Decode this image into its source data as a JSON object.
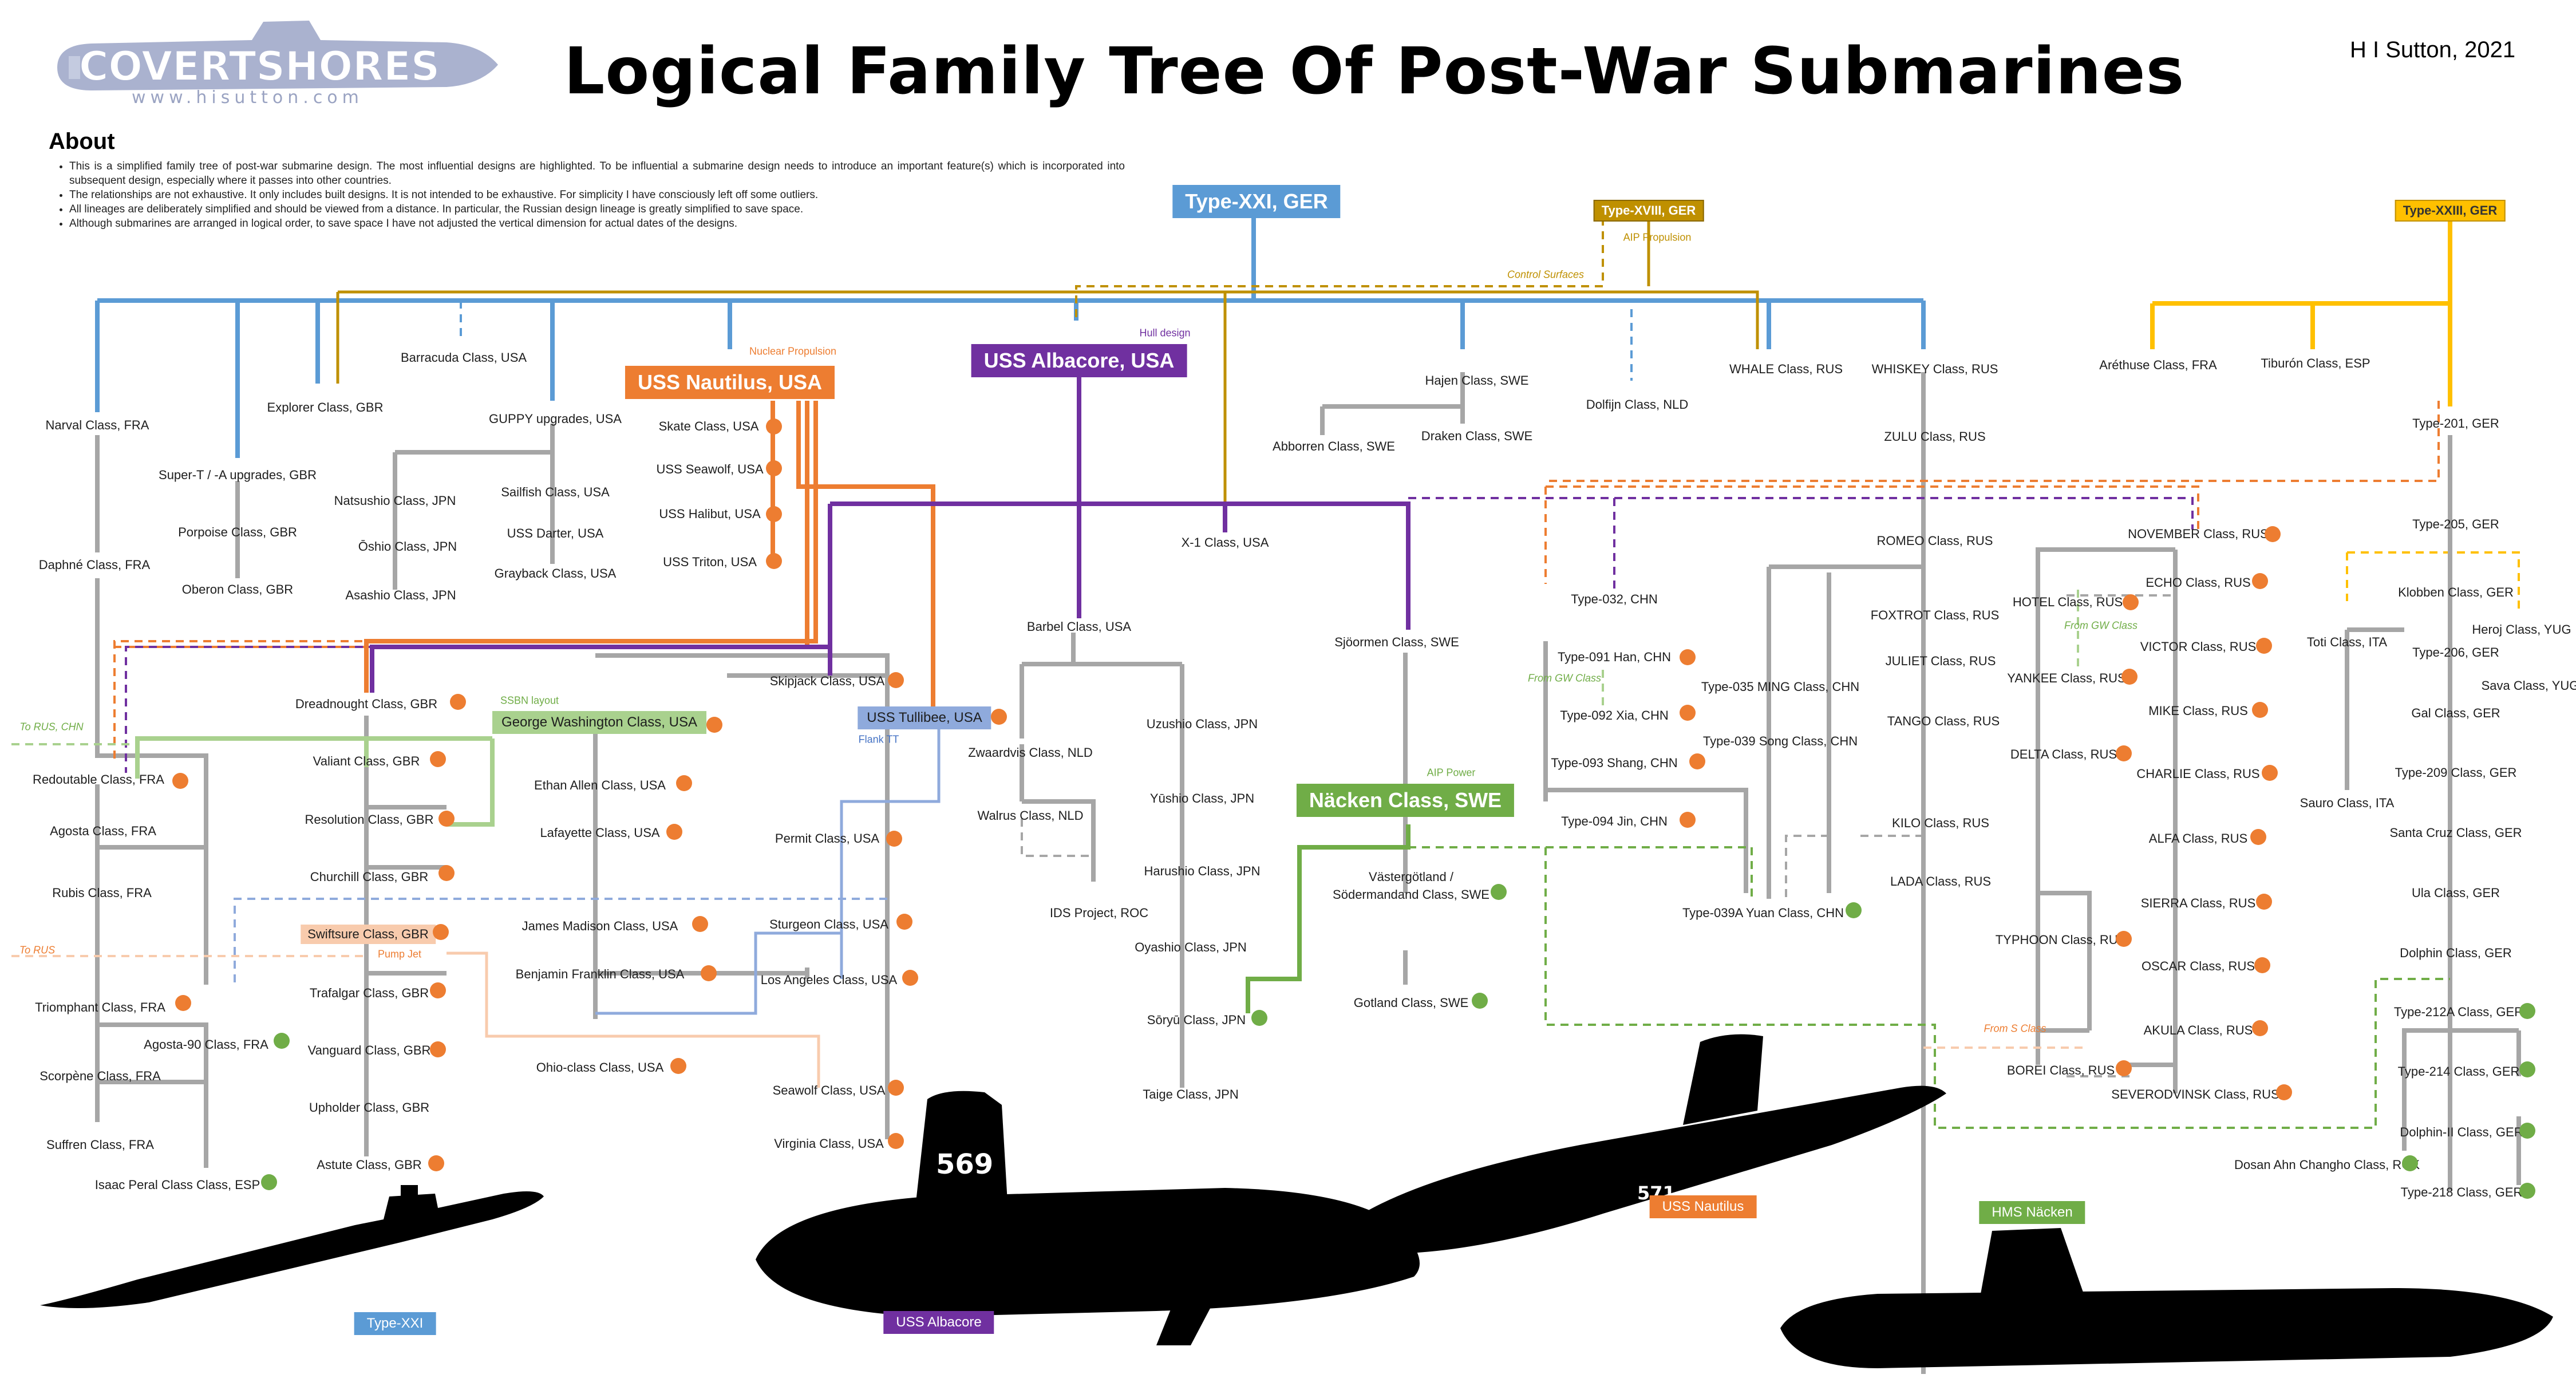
{
  "header": {
    "title": "Logical Family Tree Of Post-War Submarines",
    "credit": "H I Sutton, 2021",
    "logo_text": "COVERTSHORES",
    "logo_url_text": "www.hisutton.com"
  },
  "about": {
    "heading": "About",
    "items": [
      "This is a simplified family tree of post-war submarine design. The most influential designs are highlighted. To be influential a submarine design needs to introduce an important feature(s) which is incorporated into subsequent design, especially where it passes into other countries.",
      "The relationships are not exhaustive. It only includes built designs. It is not intended to be exhaustive. For simplicity I have consciously left off some outliers.",
      "All lineages are deliberately simplified and should be viewed from a distance. In particular, the Russian design lineage is greatly simplified to save space.",
      "Although submarines are arranged in logical order, to save space I have not adjusted the vertical dimension for actual dates of the designs."
    ]
  },
  "colors": {
    "type21": "#5b9bd5",
    "nautilus": "#ed7d31",
    "albacore": "#7030a0",
    "type18": "#bf9000",
    "type23": "#ffc000",
    "gw": "#a9d18e",
    "tullibee": "#8faadc",
    "nacken": "#70ad47",
    "swiftsure": "#f8cbad",
    "grey": "#a6a6a6",
    "dot_orange": "#ed7d31",
    "dot_green": "#70ad47"
  },
  "highlights": {
    "type21": "Type-XXI, GER",
    "type18": "Type-XVIII, GER",
    "type23": "Type-XXIII, GER",
    "nautilus": "USS Nautilus, USA",
    "albacore": "USS Albacore, USA",
    "gw": "George Washington Class, USA",
    "tullibee": "USS Tullibee, USA",
    "nacken": "Näcken Class, SWE",
    "swiftsure": "Swiftsure Class, GBR"
  },
  "notes": {
    "control_surfaces": "Control Surfaces",
    "aip": "AIP Propulsion",
    "nuclear": "Nuclear Propulsion",
    "hull": "Hull design",
    "ssbn": "SSBN layout",
    "flank": "Flank TT",
    "pump": "Pump Jet",
    "aip_power": "AIP Power",
    "to_rus_chn": "To RUS, CHN",
    "to_rus": "To RUS",
    "from_gw1": "From GW Class",
    "from_gw2": "From GW Class",
    "from_s": "From S Class"
  },
  "classes": {
    "narval": "Narval Class, FRA",
    "daphne": "Daphné Class, FRA",
    "redoutable": "Redoutable Class, FRA",
    "agosta": "Agosta Class, FRA",
    "rubis": "Rubis Class, FRA",
    "triomphant": "Triomphant Class, FRA",
    "agosta90": "Agosta-90 Class, FRA",
    "scorpene": "Scorpène Class, FRA",
    "suffren": "Suffren Class, FRA",
    "isaac": "Isaac Peral Class Class, ESP",
    "supert": "Super-T / -A upgrades, GBR",
    "porpoise": "Porpoise Class, GBR",
    "oberon": "Oberon Class, GBR",
    "explorer": "Explorer Class, GBR",
    "barracuda": "Barracuda Class, USA",
    "guppy": "GUPPY upgrades, USA",
    "natsushio": "Natsushio Class, JPN",
    "oshio": "Ōshio Class, JPN",
    "asashio": "Asashio Class, JPN",
    "sailfish": "Sailfish Class, USA",
    "darter": "USS Darter, USA",
    "grayback": "Grayback Class, USA",
    "skate": "Skate Class, USA",
    "seawolf_old": "USS Seawolf, USA",
    "halibut": "USS Halibut, USA",
    "triton": "USS Triton, USA",
    "dreadnought": "Dreadnought Class, GBR",
    "valiant": "Valiant Class, GBR",
    "resolution": "Resolution Class, GBR",
    "churchill": "Churchill Class, GBR",
    "trafalgar": "Trafalgar Class, GBR",
    "vanguard": "Vanguard Class, GBR",
    "upholder": "Upholder Class, GBR",
    "astute": "Astute Class, GBR",
    "ethan": "Ethan Allen Class, USA",
    "lafayette": "Lafayette Class, USA",
    "madison": "James Madison Class, USA",
    "franklin": "Benjamin Franklin Class, USA",
    "ohio": "Ohio-class Class, USA",
    "skipjack": "Skipjack Class, USA",
    "permit": "Permit Class, USA",
    "sturgeon": "Sturgeon Class, USA",
    "losangeles": "Los Angeles Class, USA",
    "seawolf": "Seawolf Class, USA",
    "virginia": "Virginia Class, USA",
    "x1": "X-1 Class, USA",
    "barbel": "Barbel Class, USA",
    "zwaardvis": "Zwaardvis Class, NLD",
    "walrus": "Walrus Class, NLD",
    "ids": "IDS Project, ROC",
    "uzushio": "Uzushio Class, JPN",
    "yushio": "Yūshio Class, JPN",
    "harushio": "Harushio Class, JPN",
    "oyashio": "Oyashio Class, JPN",
    "soryu": "Sōryū Class, JPN",
    "taige": "Taige Class, JPN",
    "hajen": "Hajen Class, SWE",
    "abborren": "Abborren Class, SWE",
    "draken": "Draken Class, SWE",
    "sjoormen": "Sjöormen Class, SWE",
    "vastergotland1": "Västergötland /",
    "vastergotland2": "Södermandand Class, SWE",
    "gotland": "Gotland Class, SWE",
    "dolfijn": "Dolfijn Class, NLD",
    "whale": "WHALE Class, RUS",
    "whiskey": "WHISKEY Class, RUS",
    "zulu": "ZULU Class, RUS",
    "romeo": "ROMEO Class, RUS",
    "foxtrot": "FOXTROT Class, RUS",
    "juliet": "JULIET Class, RUS",
    "tango": "TANGO Class, RUS",
    "kilo": "KILO Class, RUS",
    "lada": "LADA Class, RUS",
    "t032": "Type-032, CHN",
    "t091": "Type-091 Han, CHN",
    "t092": "Type-092 Xia, CHN",
    "t093": "Type-093 Shang, CHN",
    "t094": "Type-094 Jin, CHN",
    "t035": "Type-035 MING Class, CHN",
    "t039": "Type-039 Song Class, CHN",
    "t039a": "Type-039A Yuan Class, CHN",
    "november": "NOVEMBER Class, RUS",
    "hotel": "HOTEL Class, RUS",
    "echo": "ECHO Class, RUS",
    "yankee": "YANKEE Class, RUS",
    "victor": "VICTOR Class, RUS",
    "mike": "MIKE Class, RUS",
    "delta": "DELTA Class, RUS",
    "charlie": "CHARLIE Class, RUS",
    "alfa": "ALFA Class, RUS",
    "sierra": "SIERRA Class, RUS",
    "typhoon": "TYPHOON Class, RUS",
    "oscar": "OSCAR Class, RUS",
    "akula": "AKULA Class, RUS",
    "borei": "BOREI Class, RUS",
    "severodvinsk": "SEVERODVINSK Class, RUS",
    "arethuse": "Aréthuse Class, FRA",
    "tiburon": "Tiburón Class, ESP",
    "t201": "Type-201, GER",
    "t205": "Type-205, GER",
    "klobben": "Klobben Class, GER",
    "heroj": "Heroj Class, YUG",
    "toti": "Toti Class, ITA",
    "t206": "Type-206, GER",
    "sava": "Sava Class, YUG",
    "gal": "Gal Class, GER",
    "t209": "Type-209 Class, GER",
    "sauro": "Sauro Class, ITA",
    "santacruz": "Santa Cruz Class, GER",
    "ula": "Ula Class, GER",
    "dolphin": "Dolphin Class, GER",
    "t212a": "Type-212A Class, GER",
    "t214": "Type-214 Class, GER",
    "dolphin2": "Dolphin-II Class, GER",
    "dosan": "Dosan Ahn Changho Class, ROK",
    "t218": "Type-218 Class, GER"
  },
  "captions": {
    "type21": "Type-XXI",
    "albacore": "USS Albacore",
    "nautilus": "USS Nautilus",
    "nacken": "HMS Näcken"
  },
  "sail_numbers": {
    "albacore": "569",
    "nautilus": "571"
  }
}
